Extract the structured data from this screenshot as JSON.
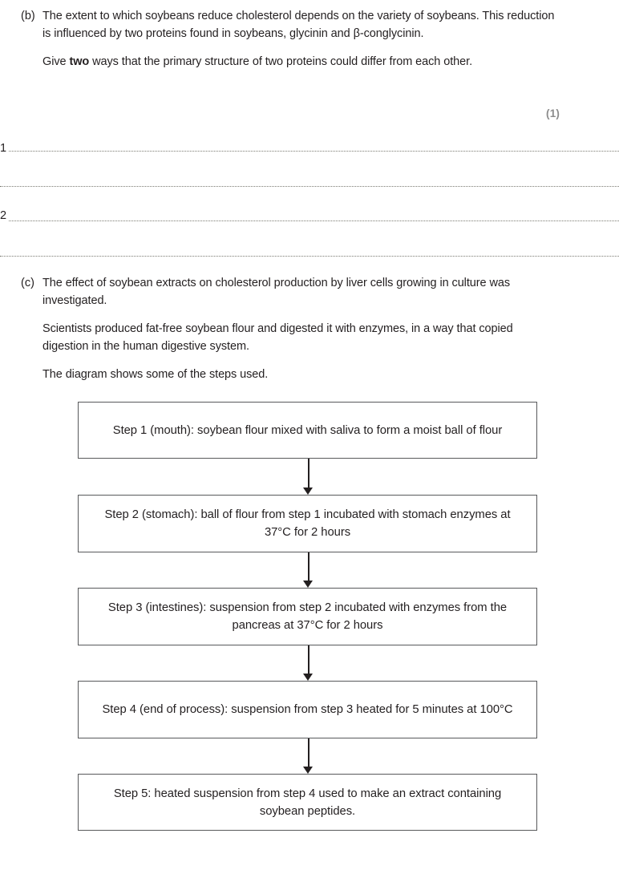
{
  "question_b": {
    "letter": "(b)",
    "paragraph_1": "The extent to which soybeans reduce cholesterol depends on the variety of soybeans. This reduction is influenced by two proteins found in soybeans, glycinin and β-conglycinin.",
    "paragraph_2_prefix": "Give ",
    "paragraph_2_bold": "two",
    "paragraph_2_suffix": " ways that the primary structure of two proteins could differ from each other.",
    "marks": "(1)",
    "answer_labels": [
      "1",
      "2"
    ]
  },
  "question_c": {
    "letter": "(c)",
    "paragraph_1": "The effect of soybean extracts on cholesterol production by liver cells growing in culture was investigated.",
    "paragraph_2": "Scientists produced fat-free soybean flour and digested it with enzymes, in a way that copied digestion in the human digestive system.",
    "paragraph_3": "The diagram shows some of the steps used."
  },
  "flowchart": {
    "type": "flow",
    "steps": [
      "Step 1 (mouth): soybean flour mixed with saliva to form a moist ball of flour",
      "Step 2 (stomach): ball of flour from step 1 incubated with stomach enzymes at 37°C for 2 hours",
      "Step 3 (intestines): suspension from step 2 incubated with enzymes from the pancreas at 37°C for 2 hours",
      "Step 4 (end of process): suspension from step 3 heated for 5 minutes at 100°C",
      "Step 5: heated suspension from step 4 used to make an extract containing soybean peptides."
    ],
    "arrow_count": 4
  },
  "colors": {
    "text": "#231f20",
    "marks": "#8c8c8c",
    "box_border": "#58595b",
    "rule": "#7a7a72",
    "arrow": "#231f20"
  }
}
